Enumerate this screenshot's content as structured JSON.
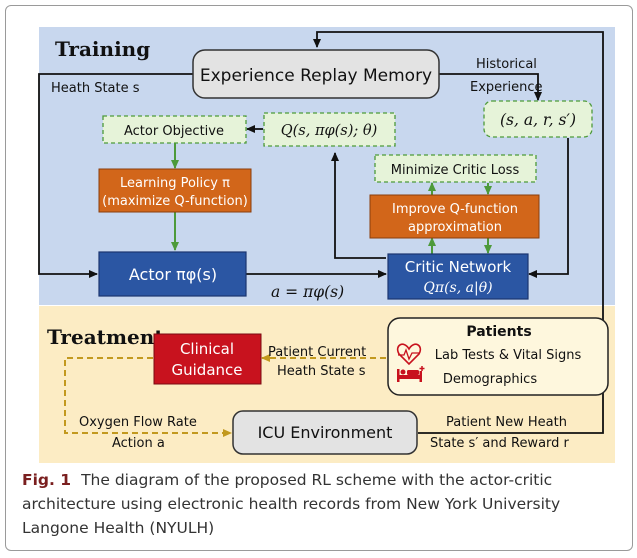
{
  "sections": {
    "training": "Training",
    "treatment": "Treatment"
  },
  "nodes": {
    "replay_memory": "Experience Replay Memory",
    "actor_objective": "Actor Objective",
    "q_value": "Q(s, πφ(s); θ)",
    "sars": "(s, a, r, s′)",
    "minimize_critic_loss": "Minimize Critic Loss",
    "learning_policy_line1": "Learning Policy π",
    "learning_policy_line2": "(maximize Q-function)",
    "improve_q_line1": "Improve Q-function",
    "improve_q_line2": "approximation",
    "actor": "Actor πφ(s)",
    "critic_line1": "Critic Network",
    "critic_line2": "Qπ(s, a|θ)",
    "clinical_line1": "Clinical",
    "clinical_line2": "Guidance",
    "patients_title": "Patients",
    "patients_labs": "Lab Tests & Vital Signs",
    "patients_demo": "Demographics",
    "icu": "ICU Environment"
  },
  "labels": {
    "heath_state": "Heath State s",
    "historical_1": "Historical",
    "historical_2": "Experience",
    "action_eq": "a = πφ(s)",
    "patient_current_1": "Patient Current",
    "patient_current_2": "Heath State s",
    "oxygen_1": "Oxygen Flow Rate",
    "oxygen_2": "Action a",
    "patient_new_1": "Patient New Heath",
    "patient_new_2": "State s′ and Reward r"
  },
  "caption": {
    "fig_label": "Fig. 1",
    "text": "The diagram of the proposed RL scheme with the actor-critic architecture using electronic health records from New York University Langone Health (NYULH)"
  },
  "colors": {
    "training_bg": "#c8d7ee",
    "treatment_bg": "#fcecc4",
    "blue_node": "#2b56a3",
    "orange_node": "#d2661a",
    "red_node": "#c8121e",
    "green_box": "#e6f3d9",
    "green_border": "#4d9a3a",
    "dashed_arrow": "#c2991e"
  },
  "icons": [
    "heart-pulse-icon",
    "hospital-bed-icon"
  ]
}
